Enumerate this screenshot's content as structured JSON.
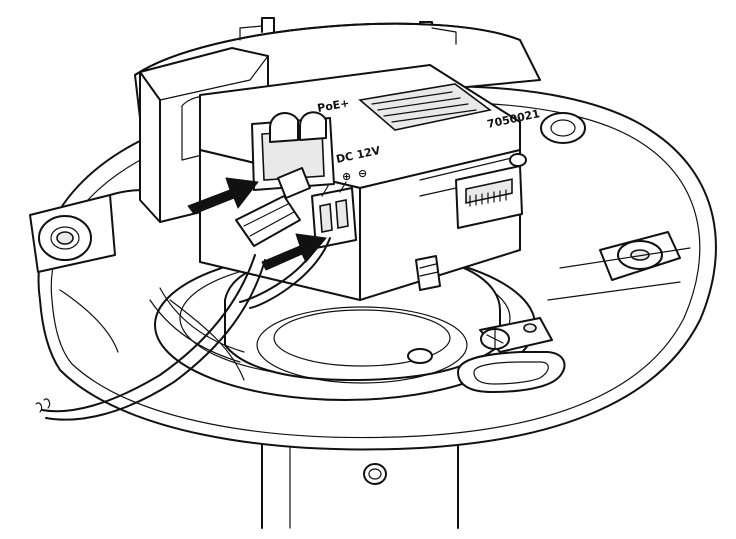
{
  "diagram": {
    "labels": {
      "poe_port": "PoE+",
      "dc_input": "DC 12V",
      "polarity_plus": "⊕",
      "polarity_minus": "⊖"
    },
    "colors": {
      "line": "#111111",
      "arrow": "#111111",
      "background": "#ffffff"
    },
    "arrows": [
      {
        "target": "poe-port"
      },
      {
        "target": "dc-terminal"
      }
    ]
  }
}
